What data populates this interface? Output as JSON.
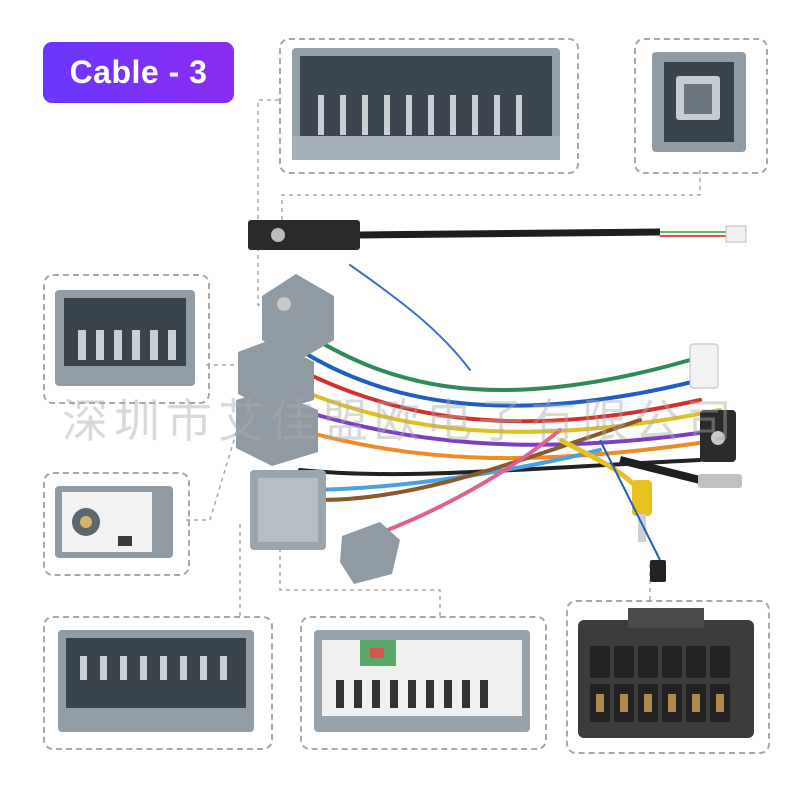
{
  "title": "Cable - 3",
  "watermark": "深圳市艾佳盟欧电子有限公司",
  "colors": {
    "badge_start": "#6a36ff",
    "badge_end": "#8a2cf0",
    "connector_gray": "#8f9aa3",
    "cable_black": "#222222"
  },
  "detail_views": [
    {
      "name": "wide-socket-top-view"
    },
    {
      "name": "square-socket-view"
    },
    {
      "name": "medium-socket-view"
    },
    {
      "name": "antenna-socket-view"
    },
    {
      "name": "wide-socket-bottom-view"
    },
    {
      "name": "mixed-socket-view"
    },
    {
      "name": "iso-block-socket-view"
    }
  ],
  "icons": [
    "connector-icon",
    "cable-icon",
    "rca-plug-icon",
    "antenna-plug-icon"
  ]
}
